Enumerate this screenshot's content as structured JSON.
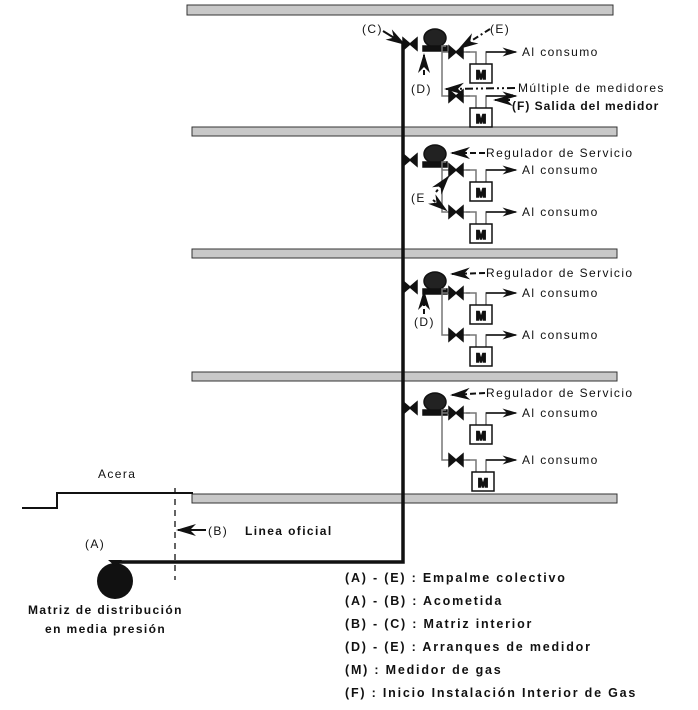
{
  "labels": {
    "c": "(C)",
    "e_top": "(E)",
    "d_top": "(D)",
    "e_floor2": "(E",
    "d_floor3": "(D)",
    "a": "(A)",
    "b": "(B)",
    "multiple": "Múltiple de medidores",
    "salida": "(F)  Salida del medidor",
    "regulador": "Regulador de Servicio",
    "consumo": "Al consumo",
    "meter": "M",
    "acera": "Acera",
    "linea_oficial": "Linea oficial",
    "matriz_line1": "Matriz de distribución",
    "matriz_line2": "en media presión"
  },
  "legend": [
    "(A) - (E) : Empalme colectivo",
    "(A) - (B) : Acometida",
    "(B) - (C) : Matriz interior",
    "(D) - (E) : Arranques de medidor",
    "(M) : Medidor de gas",
    "(F) :  Inicio Instalación Interior de Gas"
  ],
  "colors": {
    "slab": "#c8c8c8",
    "line": "#111111",
    "branch": "#9a9a9a"
  }
}
